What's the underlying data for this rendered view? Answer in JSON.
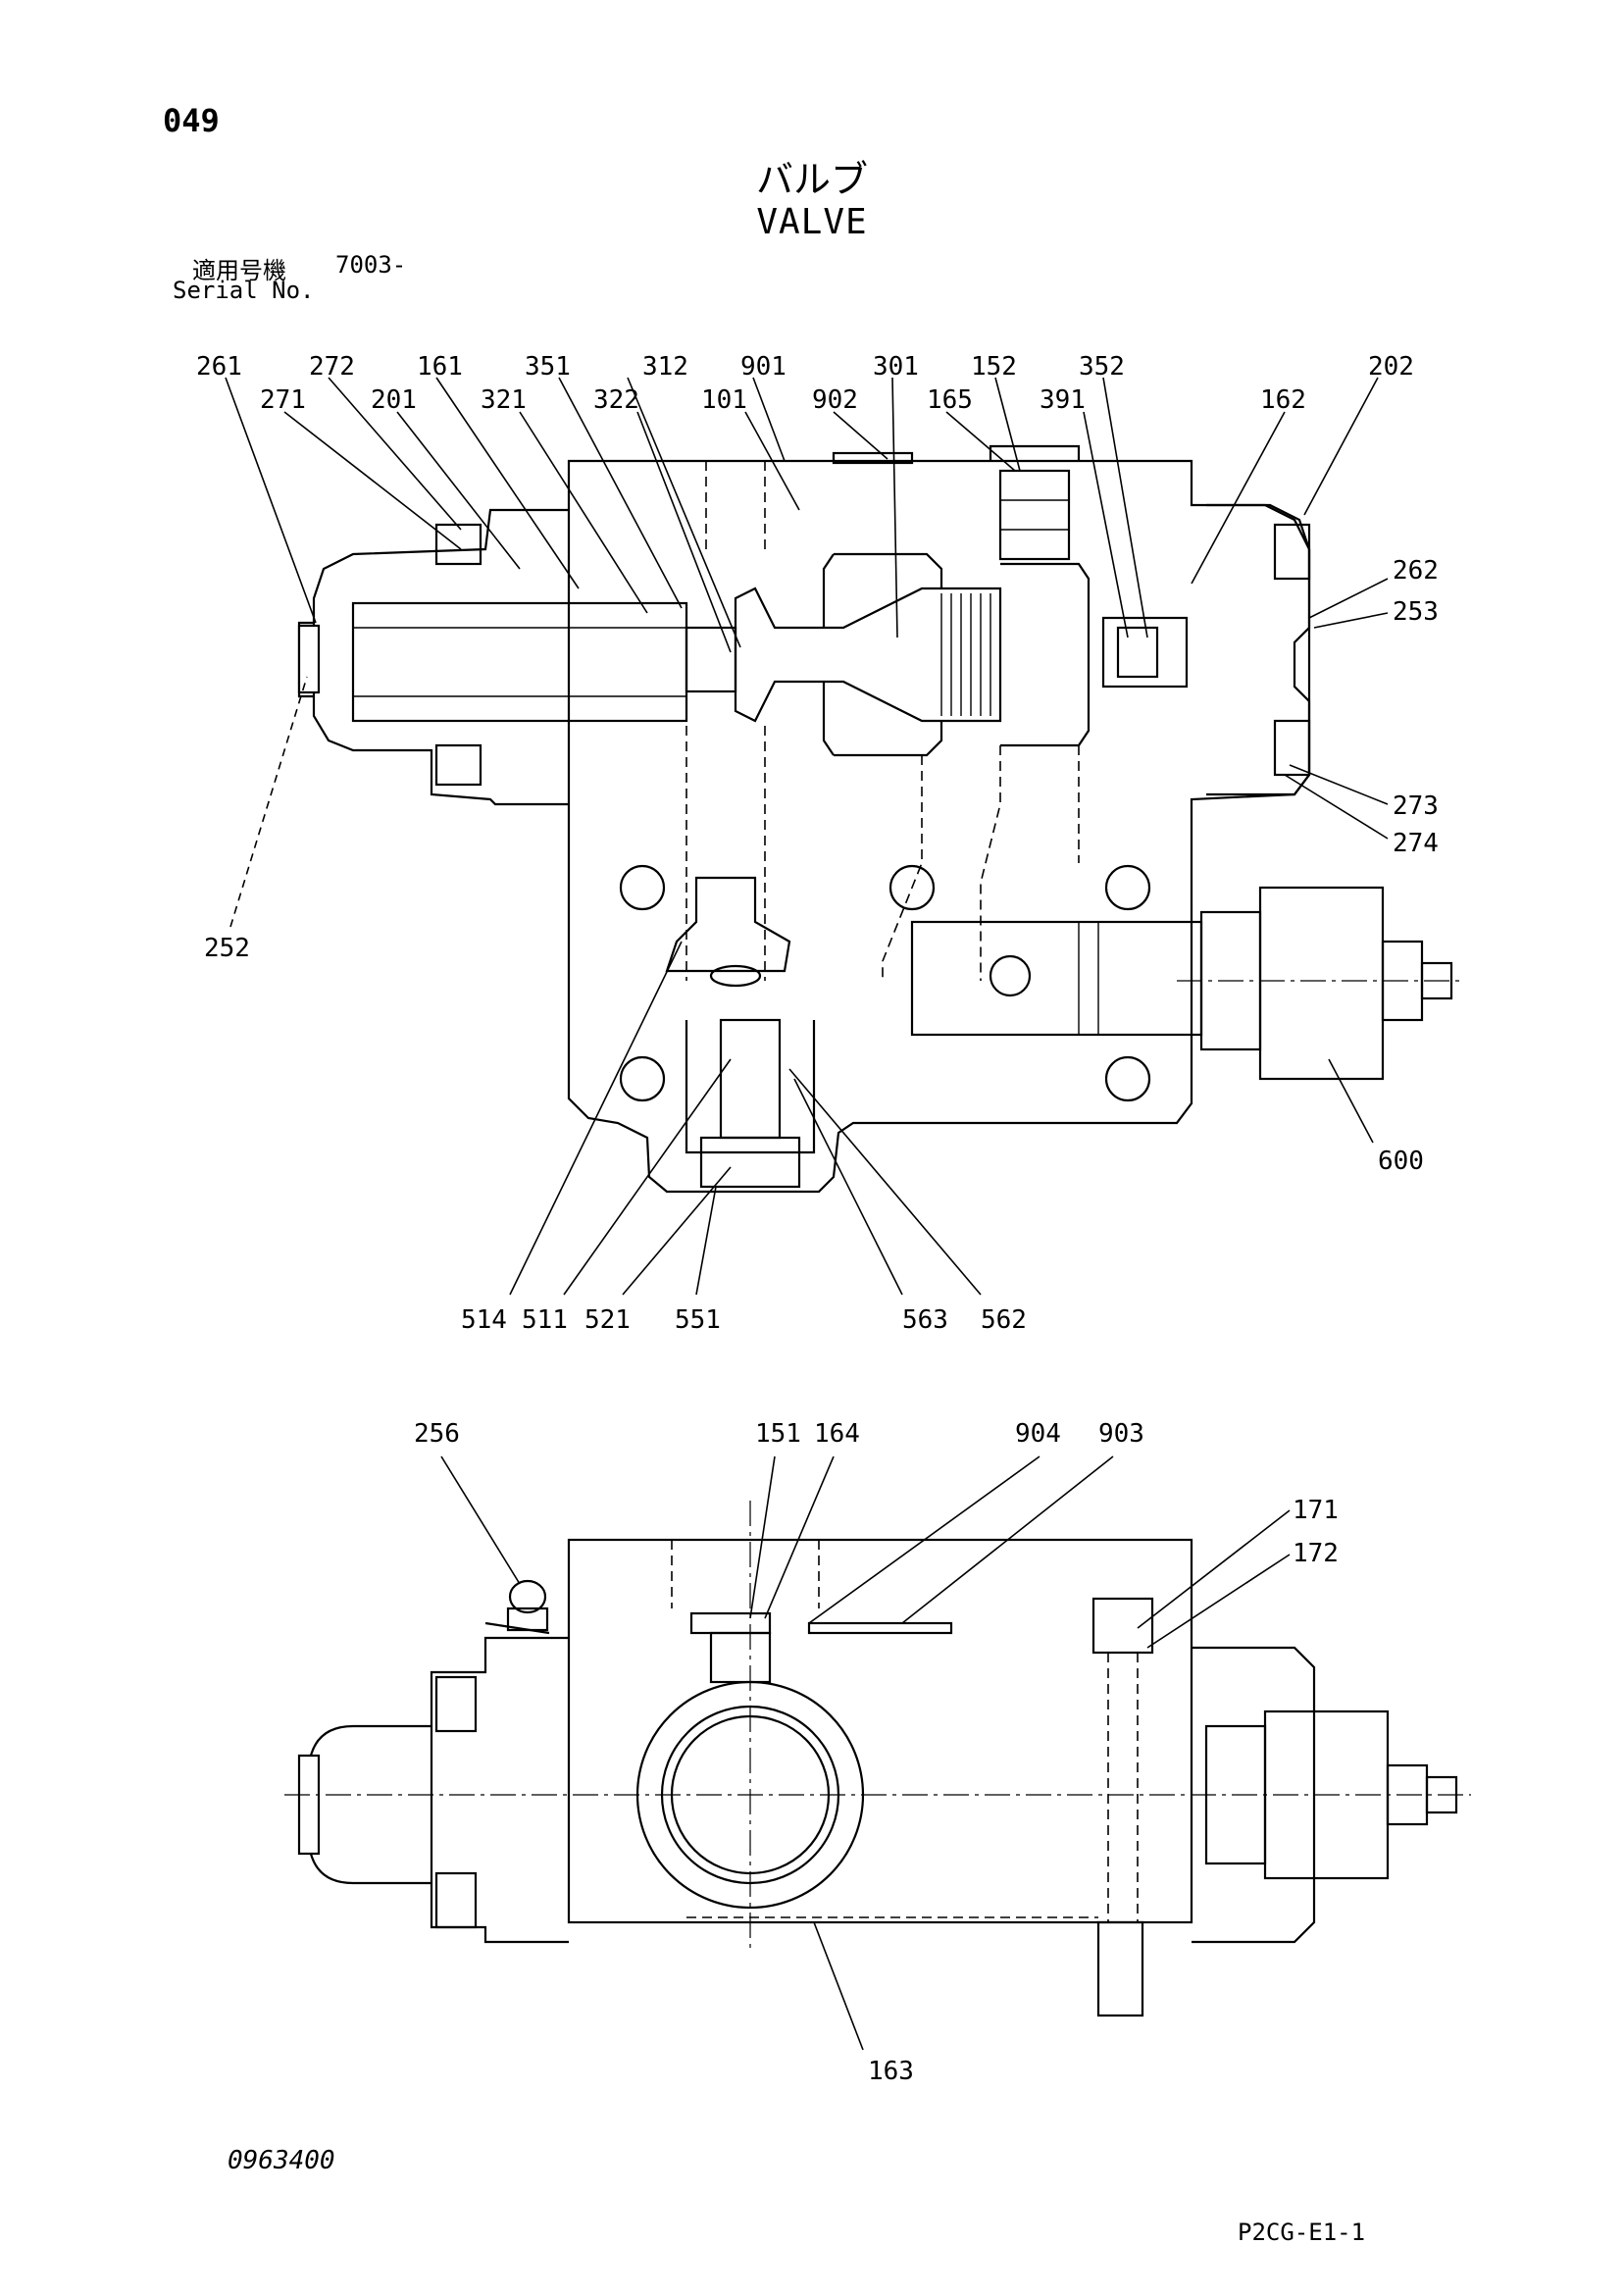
{
  "page_number": "049",
  "title_jp": "バルブ",
  "title_en": "VALVE",
  "serial": {
    "label_jp": "適用号機",
    "value": "7003-",
    "label_en": "Serial No."
  },
  "drawing_number": "0963400",
  "page_code": "P2CG-E1-1",
  "callouts_top_view": [
    "261",
    "272",
    "161",
    "351",
    "312",
    "901",
    "301",
    "152",
    "352",
    "202",
    "271",
    "201",
    "321",
    "322",
    "101",
    "902",
    "165",
    "391",
    "162",
    "262",
    "253",
    "273",
    "274",
    "252",
    "600",
    "514",
    "511",
    "521",
    "551",
    "563",
    "562"
  ],
  "callouts_side_view": [
    "256",
    "151",
    "164",
    "904",
    "903",
    "171",
    "172",
    "163"
  ]
}
